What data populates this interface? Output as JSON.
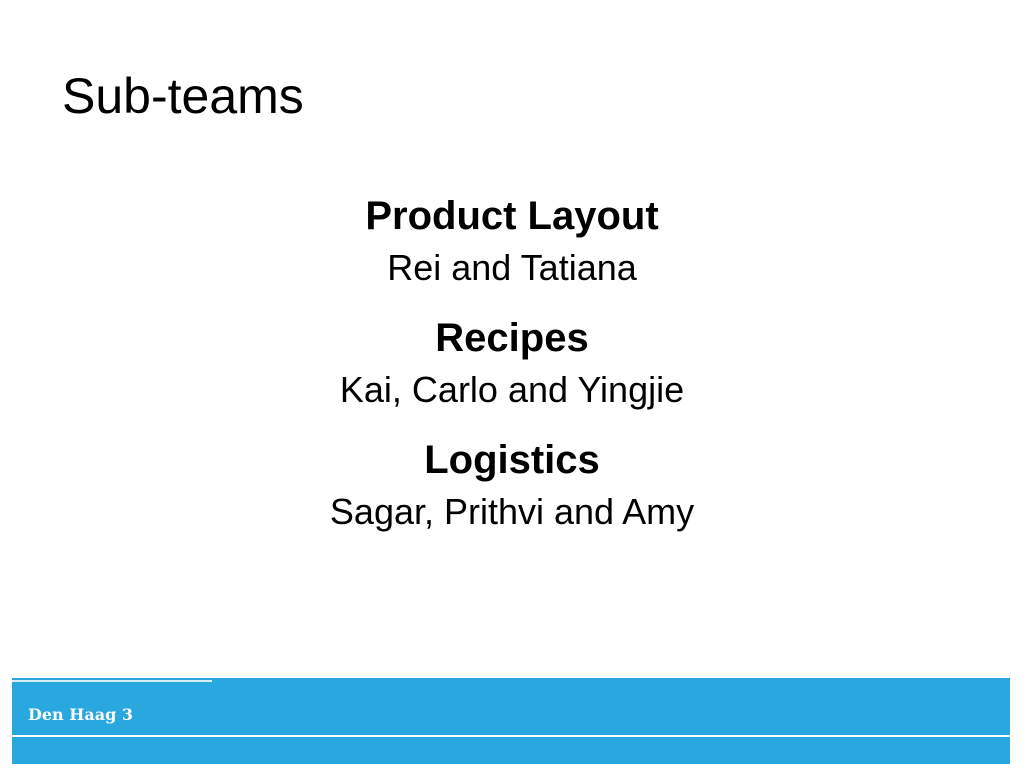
{
  "slide": {
    "title": "Sub-teams",
    "teams": [
      {
        "name": "Product Layout",
        "members": "Rei and Tatiana"
      },
      {
        "name": "Recipes",
        "members": "Kai, Carlo and Yingjie"
      },
      {
        "name": "Logistics",
        "members": "Sagar, Prithvi and Amy"
      }
    ],
    "footer_label": "Den Haag 3"
  },
  "colors": {
    "footer_bar": "#29a8df",
    "text": "#000000",
    "background": "#ffffff"
  }
}
